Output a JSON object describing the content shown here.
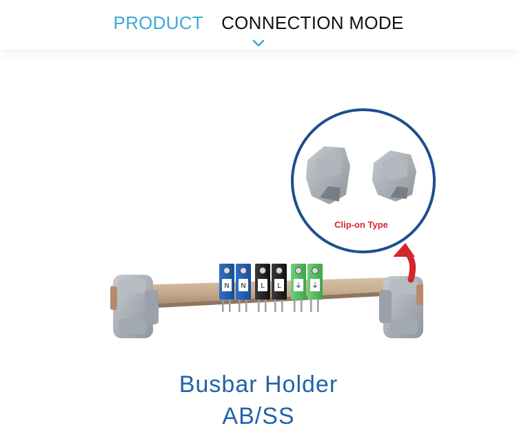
{
  "header": {
    "tabs": [
      {
        "label": "PRODUCT",
        "active": false
      },
      {
        "label": "CONNECTION MODE",
        "active": true
      }
    ]
  },
  "callout": {
    "label": "Clip-on Type"
  },
  "caption": {
    "line1": "Busbar Holder",
    "line2": "AB/SS"
  },
  "colors": {
    "accent": "#39a9d8",
    "caption": "#1f63a8",
    "callout_text": "#d4262d",
    "circle_border": "#1d4f8f",
    "arrow": "#d4262d"
  },
  "terminals": [
    {
      "color": "blue",
      "mark": "N"
    },
    {
      "color": "blue",
      "mark": "N"
    },
    {
      "color": "black",
      "mark": "L"
    },
    {
      "color": "black",
      "mark": "L"
    },
    {
      "color": "green",
      "mark": "⏚"
    },
    {
      "color": "green",
      "mark": "⏚"
    }
  ]
}
